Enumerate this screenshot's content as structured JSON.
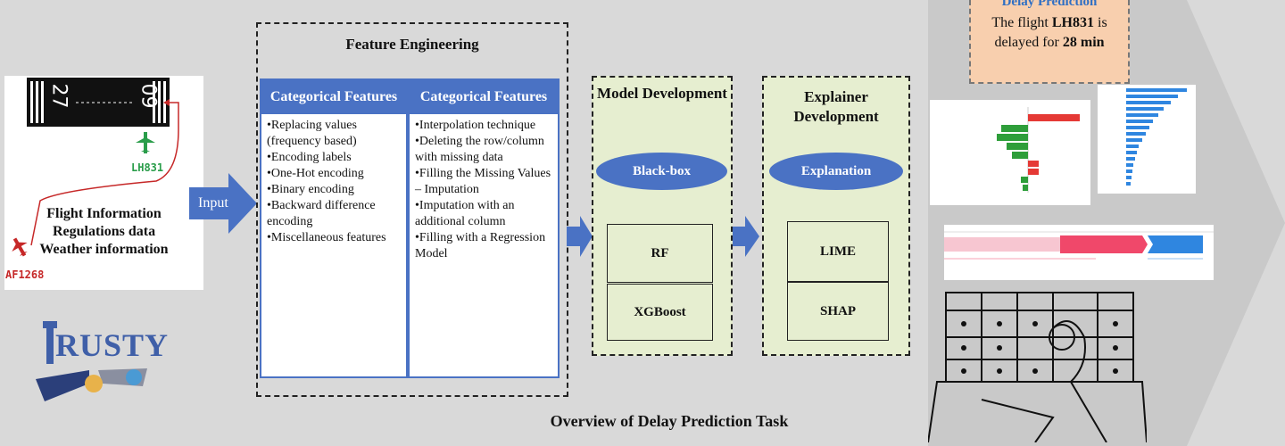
{
  "input": {
    "runway_left": "27",
    "runway_right": "09",
    "flight_green": "LH831",
    "flight_red": "AF1268",
    "lines": [
      "Flight Information",
      "Regulations data",
      "Weather information"
    ],
    "arrow_label": "Input"
  },
  "logo": {
    "text": "RUSTY"
  },
  "feature_engineering": {
    "title": "Feature Engineering",
    "columns": [
      {
        "header": "Categorical Features",
        "items": [
          "•Replacing values (frequency based)",
          "•Encoding labels",
          "•One-Hot encoding",
          "•Binary encoding",
          "•Backward difference encoding",
          "•Miscellaneous features"
        ]
      },
      {
        "header": "Categorical Features",
        "items": [
          "•Interpolation technique",
          "•Deleting the row/column with missing data",
          "•Filling the Missing Values – Imputation",
          "•Imputation with an additional column",
          "•Filling with a Regression Model"
        ]
      }
    ]
  },
  "model": {
    "title": "Model Development",
    "ellipse": "Black-box",
    "models": [
      "RF",
      "XGBoost"
    ]
  },
  "explainer": {
    "title": "Explainer Development",
    "ellipse": "Explanation",
    "methods": [
      "LIME",
      "SHAP"
    ]
  },
  "prediction": {
    "title": "Delay Prediction",
    "text_before": "The flight",
    "flight": "LH831",
    "text_mid": "is delayed for",
    "delay": "28 min"
  },
  "caption": "Overview of Delay Prediction Task",
  "colors": {
    "accent_blue": "#4a72c4",
    "model_green": "#e6eed0",
    "prediction_bg": "#f8cfae"
  }
}
